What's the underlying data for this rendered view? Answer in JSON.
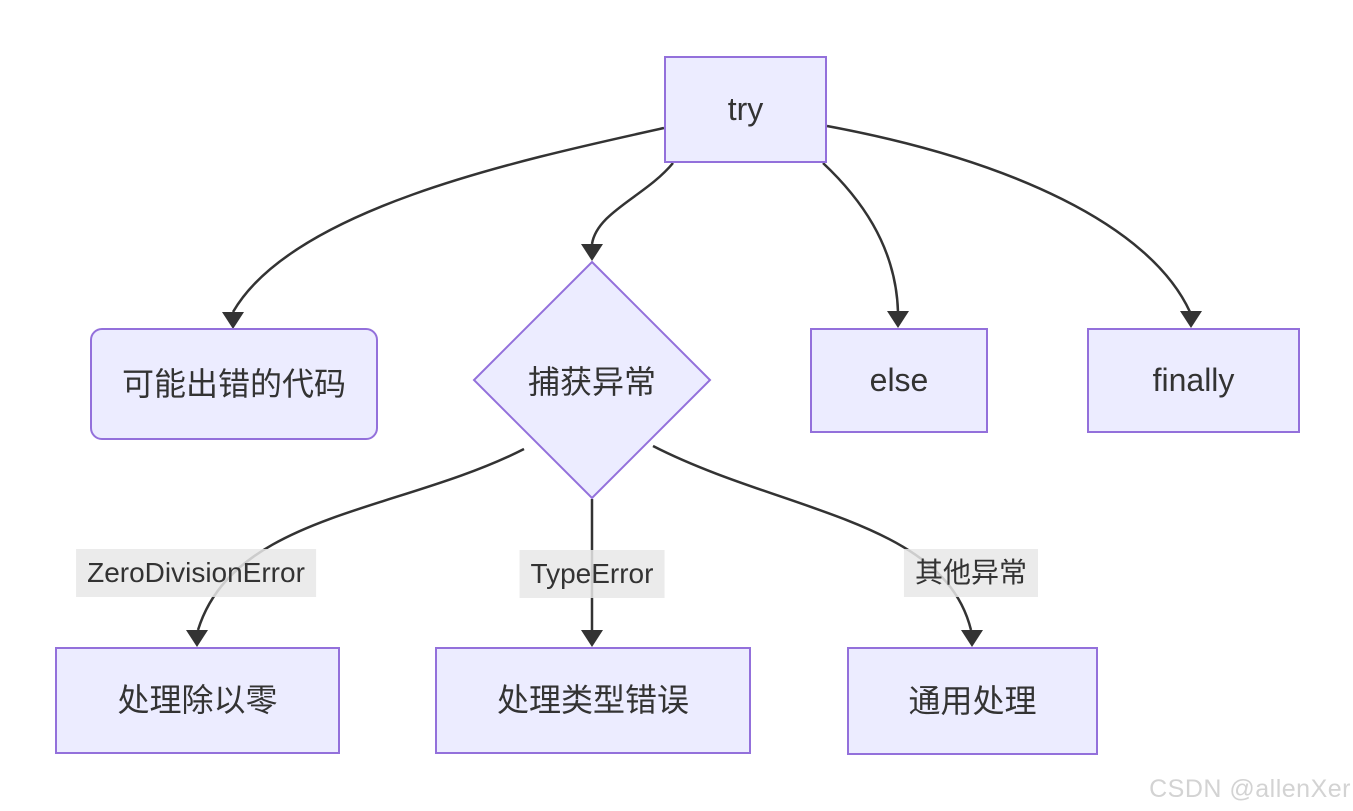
{
  "diagram": {
    "type": "flowchart",
    "direction": "top-down",
    "nodes": [
      {
        "id": "try",
        "label": "try",
        "shape": "rect"
      },
      {
        "id": "code",
        "label": "可能出错的代码",
        "shape": "rounded-rect"
      },
      {
        "id": "catch",
        "label": "捕获异常",
        "shape": "diamond"
      },
      {
        "id": "else",
        "label": "else",
        "shape": "rect"
      },
      {
        "id": "finally",
        "label": "finally",
        "shape": "rect"
      },
      {
        "id": "zero",
        "label": "处理除以零",
        "shape": "rect"
      },
      {
        "id": "type",
        "label": "处理类型错误",
        "shape": "rect"
      },
      {
        "id": "generic",
        "label": "通用处理",
        "shape": "rect"
      }
    ],
    "edges": [
      {
        "from": "try",
        "to": "code",
        "label": ""
      },
      {
        "from": "try",
        "to": "catch",
        "label": ""
      },
      {
        "from": "try",
        "to": "else",
        "label": ""
      },
      {
        "from": "try",
        "to": "finally",
        "label": ""
      },
      {
        "from": "catch",
        "to": "zero",
        "label": "ZeroDivisionError"
      },
      {
        "from": "catch",
        "to": "type",
        "label": "TypeError"
      },
      {
        "from": "catch",
        "to": "generic",
        "label": "其他异常"
      }
    ],
    "colors": {
      "node_fill": "#ECECFF",
      "node_border": "#9370DB",
      "edge": "#333333",
      "text": "#333333",
      "edge_label_bg": "rgba(232,232,232,0.85)",
      "background": "#ffffff"
    }
  },
  "watermark": {
    "text": "CSDN @allenXer"
  }
}
